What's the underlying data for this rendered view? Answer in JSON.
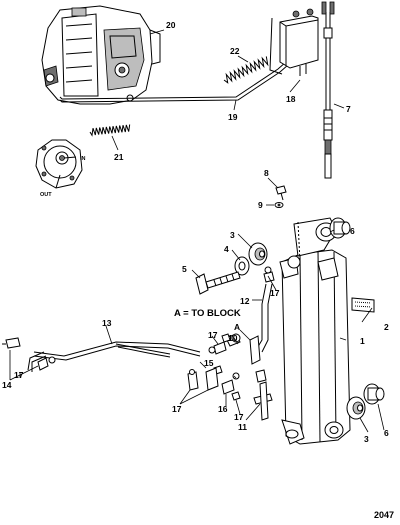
{
  "callouts": {
    "c1": "1",
    "c2": "2",
    "c3a": "3",
    "c3b": "3",
    "c4": "4",
    "c5": "5",
    "c6a": "6",
    "c6b": "6",
    "c7": "7",
    "c8": "8",
    "c9": "9",
    "c10": "10",
    "c11": "11",
    "c12": "12",
    "c13": "13",
    "c14": "14",
    "c15": "15",
    "c16": "16",
    "c17a": "17",
    "c17b": "17",
    "c17c": "17",
    "c17d": "17",
    "c17e": "17",
    "c18": "18",
    "c19": "19",
    "c20": "20",
    "c21": "21",
    "c22": "22"
  },
  "labels": {
    "to_block": "A = TO BLOCK",
    "marker_a": "A",
    "pump_in": "IN",
    "pump_out": "OUT",
    "figure_number": "2047"
  }
}
